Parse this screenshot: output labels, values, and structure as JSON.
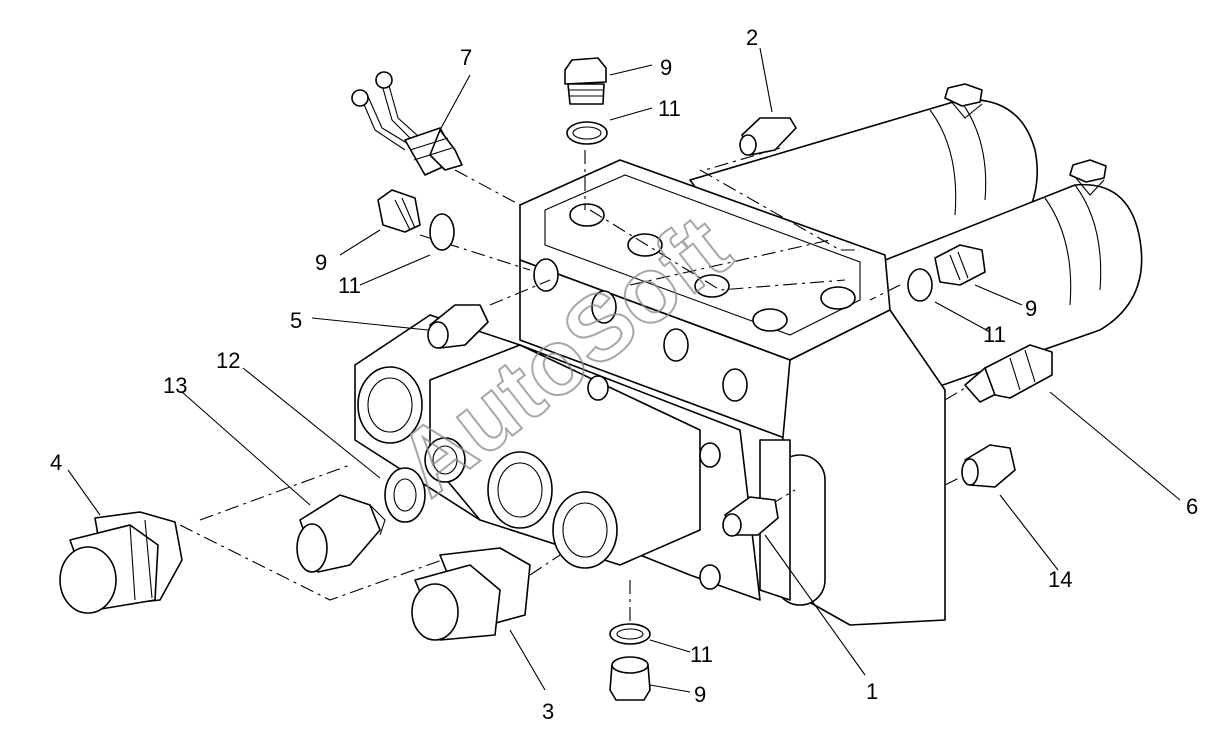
{
  "watermark": "AutoSoft",
  "callouts": [
    {
      "id": "c-7a",
      "label": "7"
    },
    {
      "id": "c-9a",
      "label": "9"
    },
    {
      "id": "c-11a",
      "label": "11"
    },
    {
      "id": "c-2",
      "label": "2"
    },
    {
      "id": "c-9b",
      "label": "9"
    },
    {
      "id": "c-11b",
      "label": "11"
    },
    {
      "id": "c-5",
      "label": "5"
    },
    {
      "id": "c-12",
      "label": "12"
    },
    {
      "id": "c-13",
      "label": "13"
    },
    {
      "id": "c-4",
      "label": "4"
    },
    {
      "id": "c-9c",
      "label": "9"
    },
    {
      "id": "c-11c",
      "label": "11"
    },
    {
      "id": "c-6",
      "label": "6"
    },
    {
      "id": "c-14",
      "label": "14"
    },
    {
      "id": "c-1",
      "label": "1"
    },
    {
      "id": "c-3",
      "label": "3"
    },
    {
      "id": "c-11d",
      "label": "11"
    },
    {
      "id": "c-9d",
      "label": "9"
    }
  ]
}
